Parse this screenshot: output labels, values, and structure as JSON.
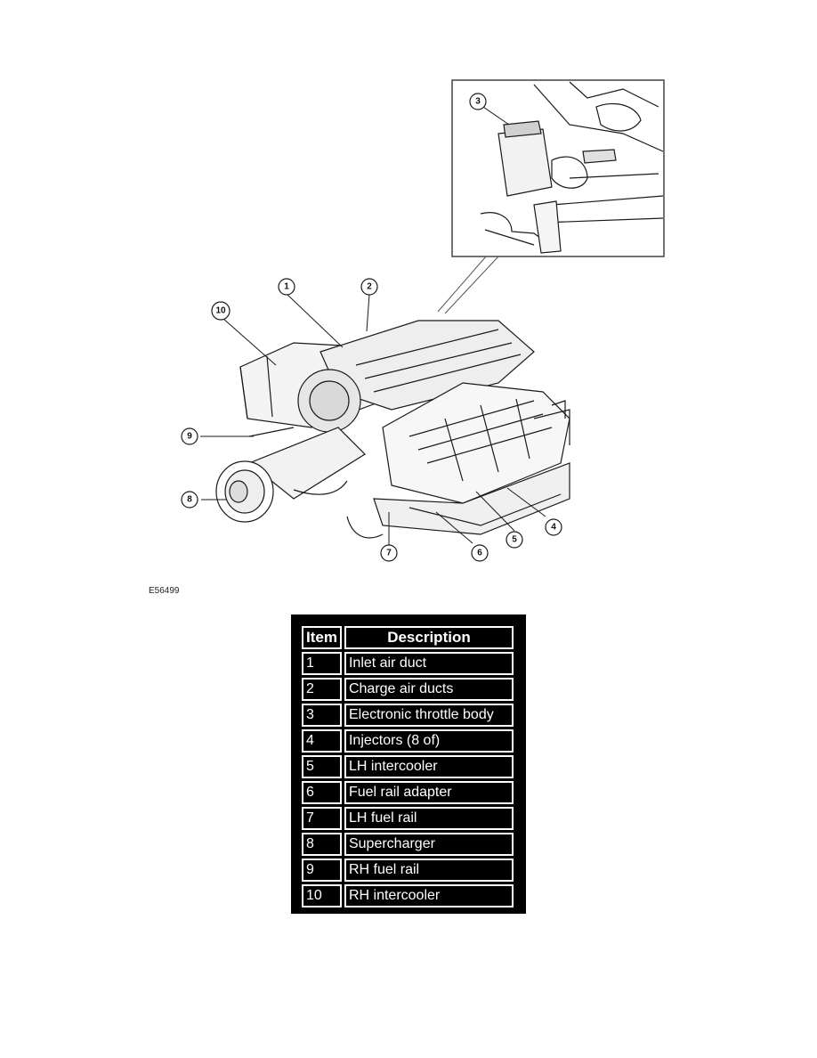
{
  "figure": {
    "code": "E56499",
    "callouts": [
      "1",
      "2",
      "3",
      "4",
      "5",
      "6",
      "7",
      "8",
      "9",
      "10"
    ]
  },
  "legend": {
    "headers": {
      "item": "Item",
      "description": "Description"
    },
    "rows": [
      {
        "item": "1",
        "description": "Inlet air duct"
      },
      {
        "item": "2",
        "description": "Charge air ducts"
      },
      {
        "item": "3",
        "description": "Electronic throttle body"
      },
      {
        "item": "4",
        "description": "Injectors (8 of)"
      },
      {
        "item": "5",
        "description": "LH intercooler"
      },
      {
        "item": "6",
        "description": "Fuel rail adapter"
      },
      {
        "item": "7",
        "description": "LH fuel rail"
      },
      {
        "item": "8",
        "description": "Supercharger"
      },
      {
        "item": "9",
        "description": "RH fuel rail"
      },
      {
        "item": "10",
        "description": "RH intercooler"
      }
    ]
  }
}
